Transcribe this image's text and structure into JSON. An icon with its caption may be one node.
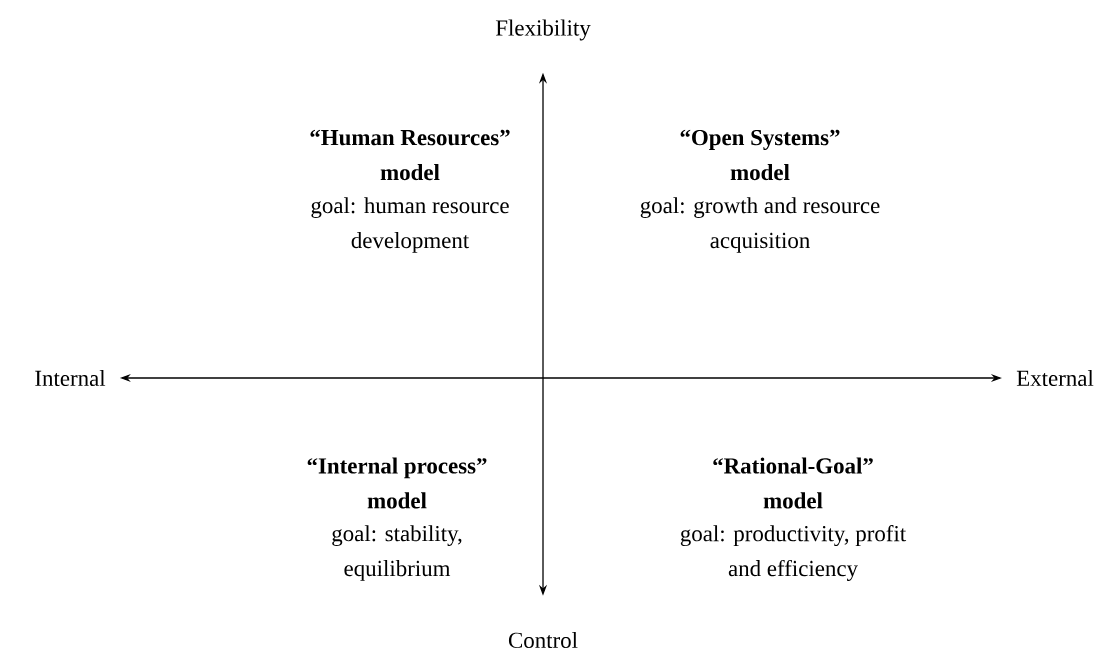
{
  "diagram": {
    "nodes": [
      {
        "text": [
          "Flexibility"
        ]
      },
      {
        "text": [
          "Internal"
        ]
      },
      {
        "text": [
          "External"
        ]
      },
      {
        "text": [
          "Control"
        ]
      }
    ],
    "edges": [
      {
        "from": 0,
        "to": 3,
        "arrow": "both"
      },
      {
        "from": 1,
        "to": 2,
        "arrow": "both"
      }
    ],
    "labels": [
      "“Human Resources” model",
      "goal: human resource development",
      "“Open Systems” model",
      "goal: growth and resource acquisition",
      "“Internal process” model",
      "goal: stability, equilibrium",
      "“Rational-Goal” model",
      "goal: productivity, profit and efficiency"
    ]
  }
}
